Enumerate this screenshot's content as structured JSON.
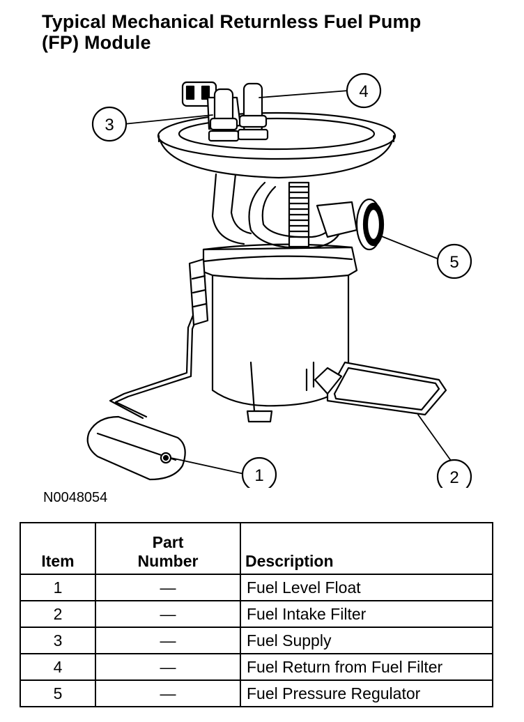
{
  "title": {
    "line1": "Typical Mechanical Returnless Fuel Pump",
    "line2": "(FP) Module"
  },
  "figure_id": "N0048054",
  "callouts": [
    "1",
    "2",
    "3",
    "4",
    "5"
  ],
  "table": {
    "headers": {
      "item": "Item",
      "part_number_line1": "Part",
      "part_number_line2": "Number",
      "description": "Description"
    },
    "rows": [
      {
        "item": "1",
        "part_number": "—",
        "description": "Fuel Level Float"
      },
      {
        "item": "2",
        "part_number": "—",
        "description": "Fuel Intake Filter"
      },
      {
        "item": "3",
        "part_number": "—",
        "description": "Fuel Supply"
      },
      {
        "item": "4",
        "part_number": "—",
        "description": "Fuel Return from Fuel Filter"
      },
      {
        "item": "5",
        "part_number": "—",
        "description": "Fuel Pressure Regulator"
      }
    ]
  }
}
